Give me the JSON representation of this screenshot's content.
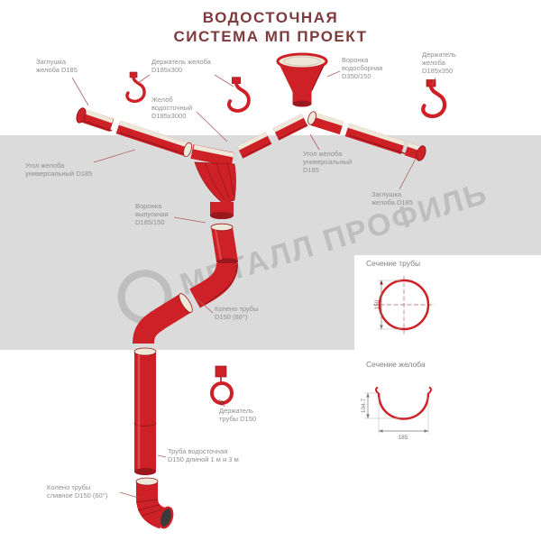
{
  "title": {
    "line1": "ВОДОСТОЧНАЯ",
    "line2": "СИСТЕМА МП ПРОЕКТ"
  },
  "watermark": {
    "text": "МЕТАЛЛ ПРОФИЛЬ"
  },
  "labels": {
    "end_cap_left": {
      "line1": "Заглушка",
      "line2": "желоба D185"
    },
    "gutter_holder_300": {
      "line1": "Держатель желоба",
      "line2": "D185х300"
    },
    "collection_funnel": {
      "line1": "Воронка",
      "line2": "водосборная",
      "line3": "D350/150"
    },
    "gutter_holder_350": {
      "line1": "Держатель",
      "line2": "желоба",
      "line3": "D185х350"
    },
    "gutter": {
      "line1": "Желоб",
      "line2": "водосточный",
      "line3": "D185х3000"
    },
    "corner_left": {
      "line1": "Угол желоба",
      "line2": "универсальный D185"
    },
    "corner_right": {
      "line1": "Угол желоба",
      "line2": "универсальный",
      "line3": "D185"
    },
    "end_cap_right": {
      "line1": "Заглушка",
      "line2": "желоба D185"
    },
    "outlet_funnel": {
      "line1": "Воронка",
      "line2": "выпускная",
      "line3": "D185/150"
    },
    "pipe_elbow": {
      "line1": "Колено трубы",
      "line2": "D150 (60°)"
    },
    "pipe_holder": {
      "line1": "Держатель",
      "line2": "трубы D150"
    },
    "downpipe": {
      "line1": "Труба водосточная",
      "line2": "D150 длиной 1 м и 3 м"
    },
    "drain_elbow": {
      "line1": "Колено трубы",
      "line2": "сливное D150 (60°)"
    }
  },
  "sections": {
    "pipe": {
      "title": "Сечение трубы",
      "diameter": "150"
    },
    "gutter": {
      "title": "Сечение желоба",
      "depth": "104.7",
      "width": "185"
    }
  },
  "colors": {
    "red": "#ce2127",
    "redDark": "#9a181d",
    "cream": "#ede8d8",
    "band": "#dbdbdb",
    "label": "#8f8f8f",
    "title": "#7d3b3d",
    "leader": "#b26060",
    "watermark": "#a3a3a3",
    "dim": "#7a7a7a"
  }
}
